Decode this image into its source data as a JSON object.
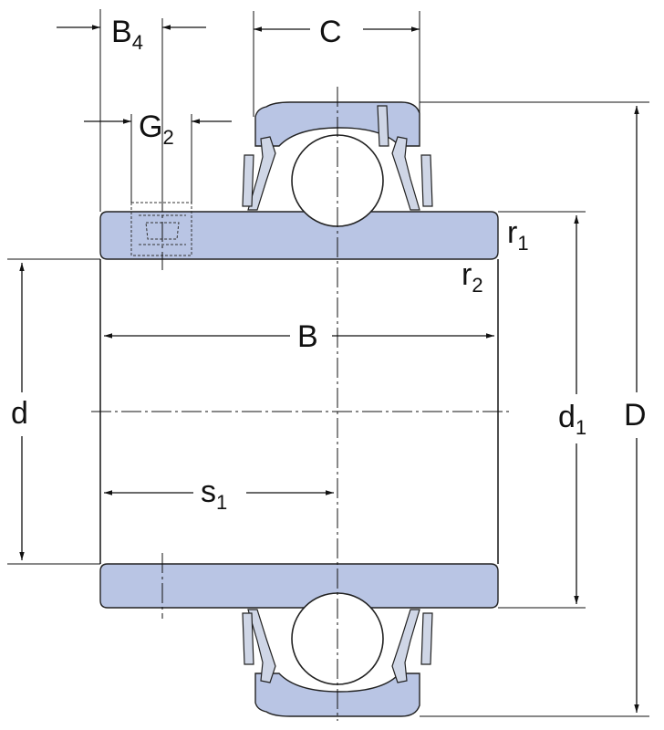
{
  "labels": {
    "B4": {
      "main": "B",
      "sub": "4"
    },
    "C": {
      "main": "C"
    },
    "G2": {
      "main": "G",
      "sub": "2"
    },
    "r1": {
      "main": "r",
      "sub": "1"
    },
    "r2": {
      "main": "r",
      "sub": "2"
    },
    "B": {
      "main": "B"
    },
    "d": {
      "main": "d"
    },
    "d1": {
      "main": "d",
      "sub": "1"
    },
    "D": {
      "main": "D"
    },
    "s1": {
      "main": "s",
      "sub": "1"
    }
  },
  "colors": {
    "part_fill": "#b9c5e4",
    "outline": "#222222",
    "background": "#ffffff"
  }
}
